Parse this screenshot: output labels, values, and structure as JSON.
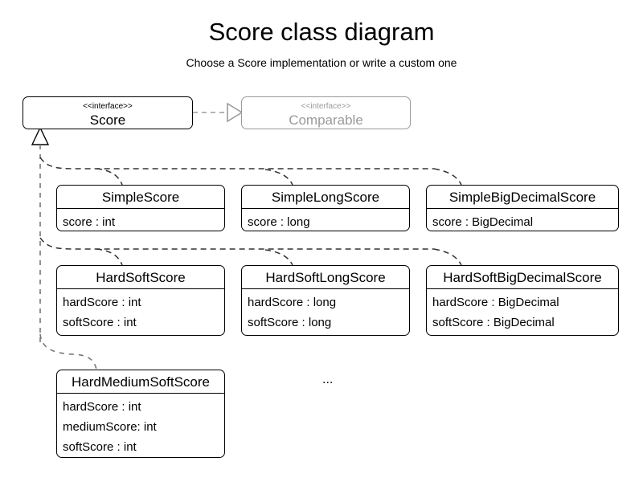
{
  "header": {
    "title": "Score class diagram",
    "subtitle": "Choose a Score implementation or write a custom one"
  },
  "interfaces": [
    {
      "id": "score",
      "stereotype": "<<interface>>",
      "name": "Score",
      "muted": false
    },
    {
      "id": "comparable",
      "stereotype": "<<interface>>",
      "name": "Comparable",
      "muted": true
    }
  ],
  "classes": [
    {
      "id": "simple-score",
      "name": "SimpleScore",
      "attributes": [
        "score : int"
      ]
    },
    {
      "id": "simple-long-score",
      "name": "SimpleLongScore",
      "attributes": [
        "score : long"
      ]
    },
    {
      "id": "simple-big-decimal-score",
      "name": "SimpleBigDecimalScore",
      "attributes": [
        "score : BigDecimal"
      ]
    },
    {
      "id": "hard-soft-score",
      "name": "HardSoftScore",
      "attributes": [
        "hardScore : int",
        "softScore : int"
      ]
    },
    {
      "id": "hard-soft-long-score",
      "name": "HardSoftLongScore",
      "attributes": [
        "hardScore : long",
        "softScore : long"
      ]
    },
    {
      "id": "hard-soft-big-decimal-score",
      "name": "HardSoftBigDecimalScore",
      "attributes": [
        "hardScore : BigDecimal",
        "softScore : BigDecimal"
      ]
    },
    {
      "id": "hard-medium-soft-score",
      "name": "HardMediumSoftScore",
      "attributes": [
        "hardScore : int",
        "mediumScore: int",
        "softScore : int"
      ]
    }
  ],
  "more_indicator": "...",
  "colors": {
    "stroke": "#000000",
    "muted_stroke": "#9a9a9a",
    "connector": "#555555",
    "background": "#ffffff"
  }
}
